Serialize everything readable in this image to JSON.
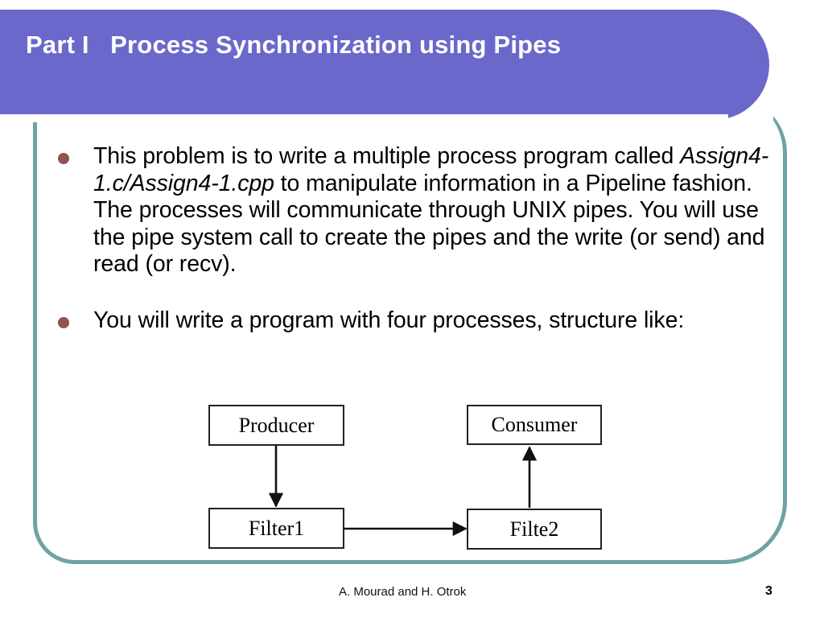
{
  "slide": {
    "title": "Part I   Process Synchronization using Pipes",
    "accent_purple": "#6a68ca",
    "accent_teal": "#6fa3a3",
    "bullet_color": "#8e5450"
  },
  "body": {
    "bullets": [
      {
        "lead": "This problem is to write a multiple process program called ",
        "italic": "Assign4-1.c/Assign4-1.cpp",
        "tail": " to manipulate information in a Pipeline fashion. The processes will communicate through UNIX pipes. You will use the pipe system call to create the pipes and the write (or send) and read (or recv)."
      },
      {
        "lead": "You will write a program with four processes, structure like:",
        "italic": "",
        "tail": ""
      }
    ]
  },
  "diagram": {
    "boxes": {
      "producer": "Producer",
      "consumer": "Consumer",
      "filter1": "Filter1",
      "filter2": "Filte2"
    },
    "arrows": [
      {
        "name": "producer-to-filter1",
        "direction": "down"
      },
      {
        "name": "filter1-to-filter2",
        "direction": "right"
      },
      {
        "name": "filter2-to-consumer",
        "direction": "up"
      }
    ]
  },
  "footer": {
    "authors": "A. Mourad and H. Otrok",
    "page_number": "3"
  }
}
